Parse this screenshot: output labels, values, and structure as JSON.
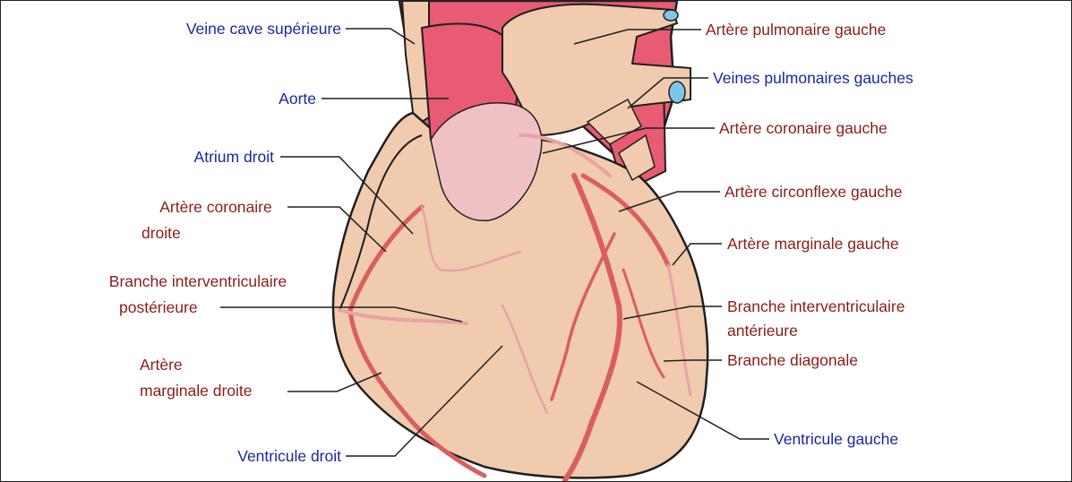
{
  "colors": {
    "vein_label": "#1c27a2",
    "artery_label": "#8b1c1c",
    "heart_tissue": "#f0cbae",
    "aorta": "#e85b72",
    "coronary_vessel": "#d95f5f",
    "outline": "#1f1f1f"
  },
  "labels": {
    "veine_cave_superieure": "Veine cave supérieure",
    "aorte": "Aorte",
    "atrium_droit": "Atrium droit",
    "artere_coronaire_droite_1": "Artère coronaire",
    "artere_coronaire_droite_2": "droite",
    "branche_iv_posterieure_1": "Branche interventriculaire",
    "branche_iv_posterieure_2": "postérieure",
    "artere_marginale_droite_1": "Artère",
    "artere_marginale_droite_2": "marginale droite",
    "ventricule_droit": "Ventricule droit",
    "artere_pulmonaire_gauche": "Artère pulmonaire gauche",
    "veines_pulmonaires_gauches": "Veines pulmonaires gauches",
    "artere_coronaire_gauche": "Artère coronaire gauche",
    "artere_circonflexe_gauche": "Artère circonflexe gauche",
    "artere_marginale_gauche": "Artère marginale gauche",
    "branche_iv_anterieure_1": "Branche interventriculaire",
    "branche_iv_anterieure_2": "antérieure",
    "branche_diagonale": "Branche diagonale",
    "ventricule_gauche": "Ventricule gauche"
  }
}
